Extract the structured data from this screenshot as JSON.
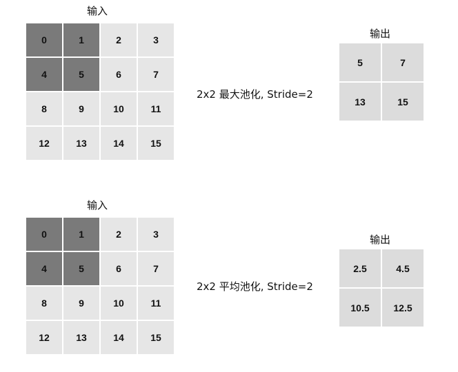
{
  "panels": [
    {
      "input_label": "输入",
      "output_label": "输出",
      "operation": "2x2 最大池化, Stride=2",
      "input": [
        "0",
        "1",
        "2",
        "3",
        "4",
        "5",
        "6",
        "7",
        "8",
        "9",
        "10",
        "11",
        "12",
        "13",
        "14",
        "15"
      ],
      "highlighted": [
        0,
        1,
        4,
        5
      ],
      "output": [
        "5",
        "7",
        "13",
        "15"
      ]
    },
    {
      "input_label": "输入",
      "output_label": "输出",
      "operation": "2x2 平均池化, Stride=2",
      "input": [
        "0",
        "1",
        "2",
        "3",
        "4",
        "5",
        "6",
        "7",
        "8",
        "9",
        "10",
        "11",
        "12",
        "13",
        "14",
        "15"
      ],
      "highlighted": [
        0,
        1,
        4,
        5
      ],
      "output": [
        "2.5",
        "4.5",
        "10.5",
        "12.5"
      ]
    }
  ]
}
